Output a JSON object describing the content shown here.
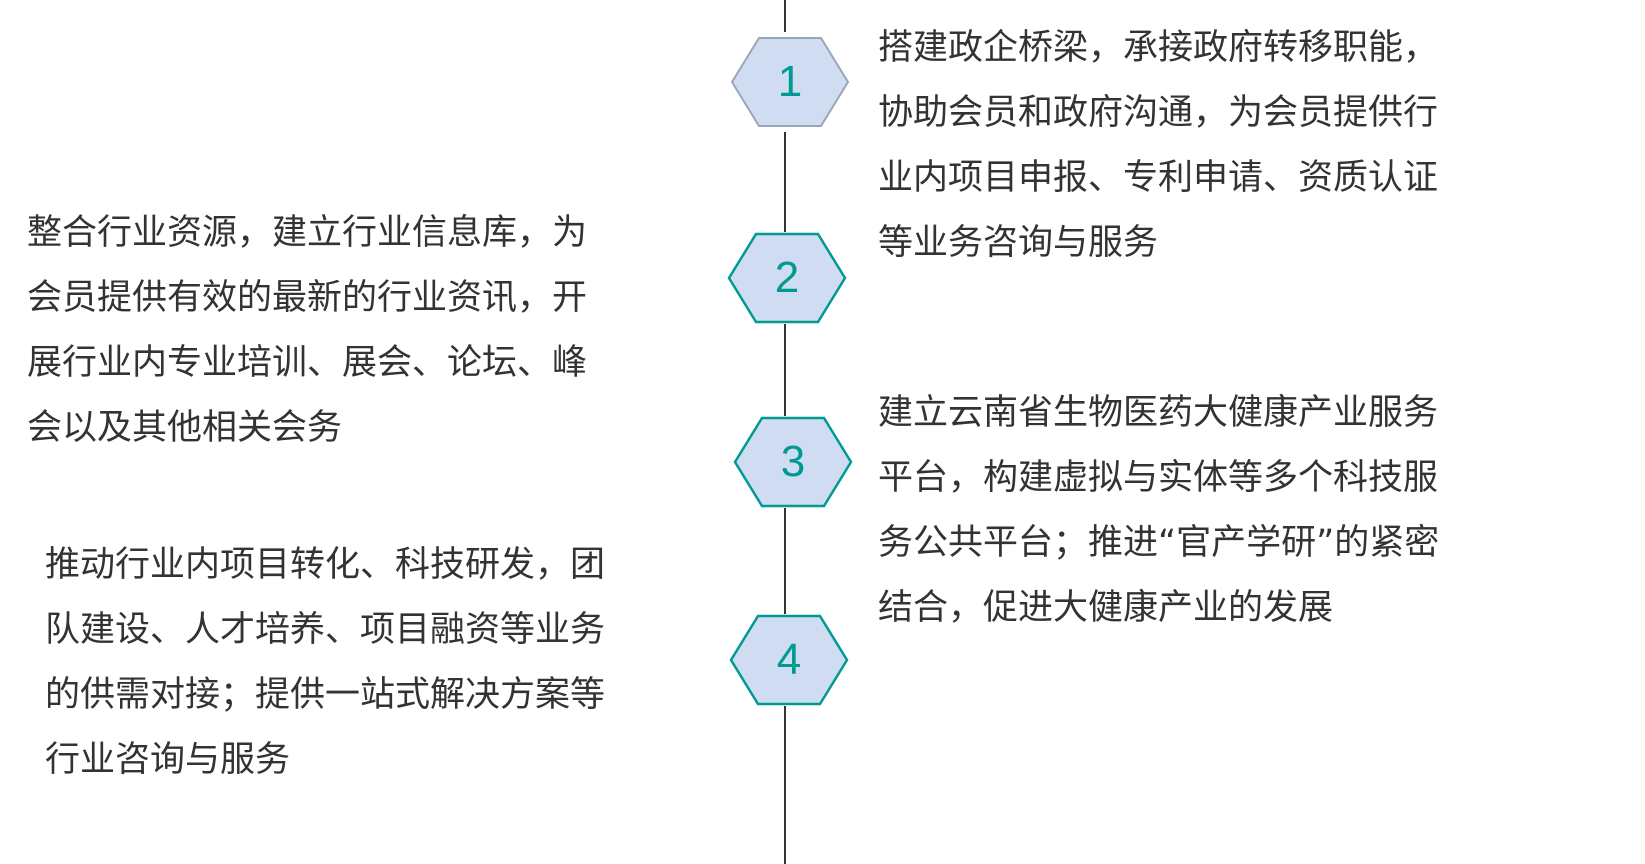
{
  "colors": {
    "hex_fill": "#cfdcf2",
    "hex_border_first": "#9aa5b5",
    "hex_border": "#009a92",
    "number": "#009a92",
    "text": "#333333"
  },
  "items": [
    {
      "number": "1",
      "lines": [
        "搭建政企桥梁，承接政府转移职能，",
        "协助会员和政府沟通，为会员提供行",
        "业内项目申报、专利申请、资质认证",
        "等业务咨询与服务"
      ]
    },
    {
      "number": "2",
      "lines": [
        "整合行业资源，建立行业信息库，为",
        "会员提供有效的最新的行业资讯，开",
        "展行业内专业培训、展会、论坛、峰",
        "会以及其他相关会务"
      ]
    },
    {
      "number": "3",
      "lines": [
        "建立云南省生物医药大健康产业服务",
        "平台，构建虚拟与实体等多个科技服",
        "务公共平台；推进“官产学研”的紧密",
        "结合，促进大健康产业的发展"
      ]
    },
    {
      "number": "4",
      "lines": [
        "推动行业内项目转化、科技研发，团",
        "队建设、人才培养、项目融资等业务",
        "的供需对接；提供一站式解决方案等",
        "行业咨询与服务"
      ]
    }
  ]
}
